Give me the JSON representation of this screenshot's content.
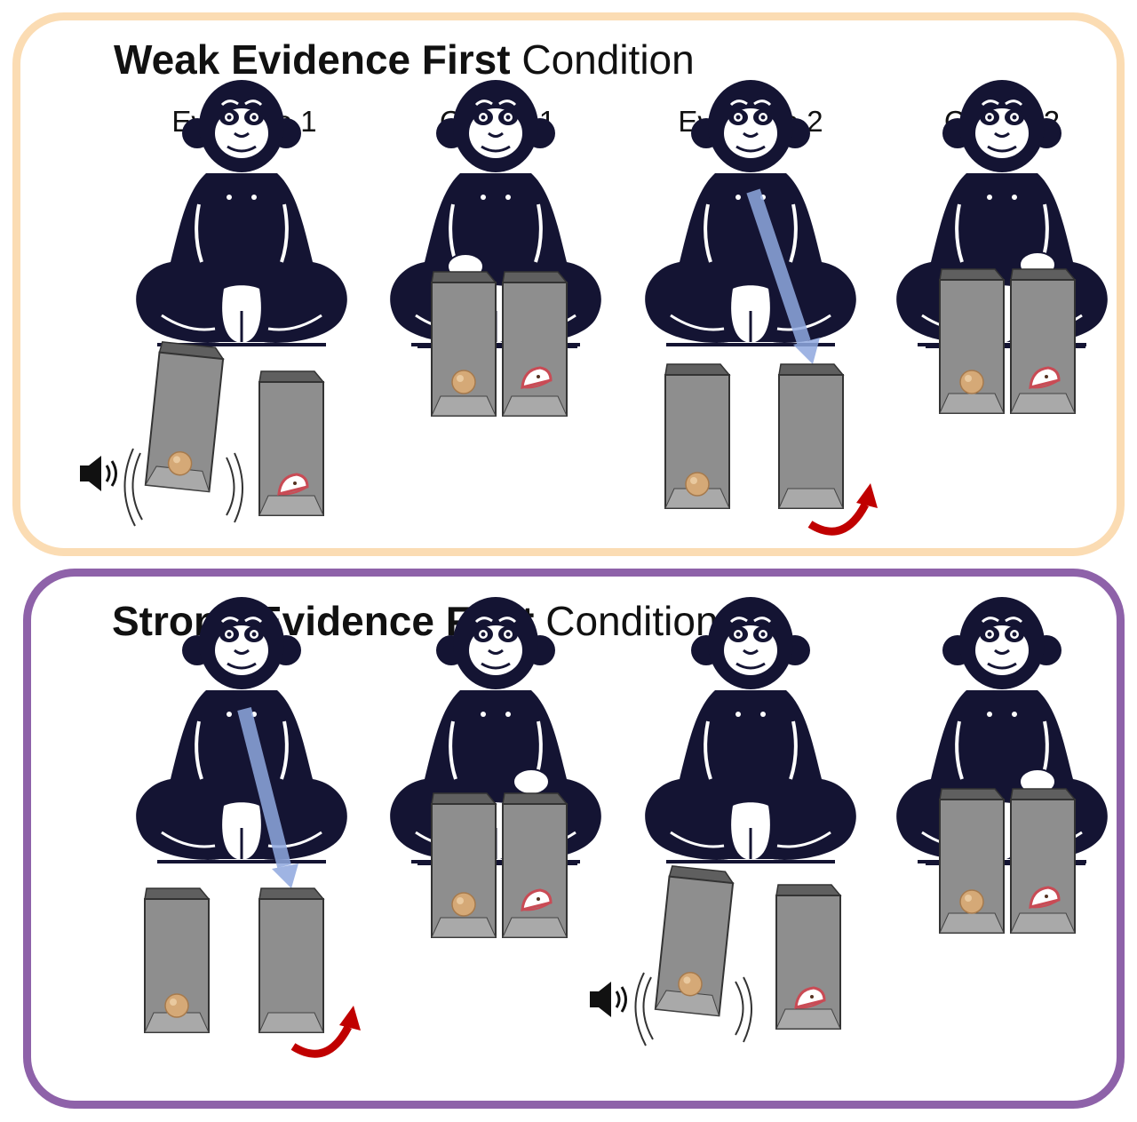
{
  "panels": {
    "weak": {
      "title_bold": "Weak Evidence First",
      "title_regular": " Condition",
      "border_color": "#fbdcb3"
    },
    "strong": {
      "title_bold": "Strong Evidence First",
      "title_regular": " Condition",
      "border_color": "#8e62a9"
    }
  },
  "step_labels": [
    "Evidence 1",
    "Choice 1",
    "Evidence 2",
    "Choice 2"
  ],
  "colors": {
    "chimp": "#141433",
    "cup": "#8e8e8e",
    "gaze_arrow": "#8fa8df",
    "rotate_arrow": "#c00000",
    "ball": "#d5a977",
    "apple": "#c94b55"
  }
}
